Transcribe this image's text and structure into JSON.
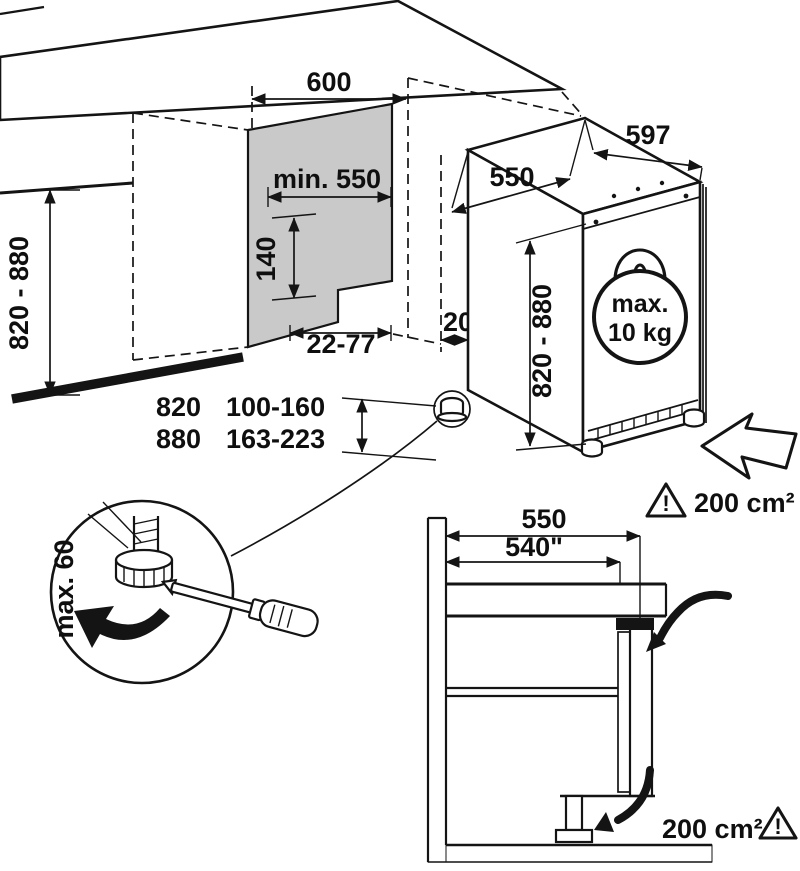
{
  "diagram": {
    "niche": {
      "width": "600",
      "min_depth": "min. 550",
      "height": "820 - 880",
      "panel_offset": "140",
      "bottom_clearance": "22-77",
      "rear_gap": "20"
    },
    "appliance": {
      "depth": "550",
      "width": "597",
      "height": "820 - 880",
      "door_load_line1": "max.",
      "door_load_line2": "10 kg"
    },
    "height_table": {
      "row1_height": "820",
      "row1_feet": "100-160",
      "row2_height": "880",
      "row2_feet": "163-223"
    },
    "foot_detail": {
      "max_adjust": "max. 60"
    },
    "ventilation": {
      "top": "200 cm²",
      "bottom": "200 cm²",
      "warning_mark": "!"
    },
    "section": {
      "depth": "550",
      "inner_depth": "540\""
    }
  }
}
